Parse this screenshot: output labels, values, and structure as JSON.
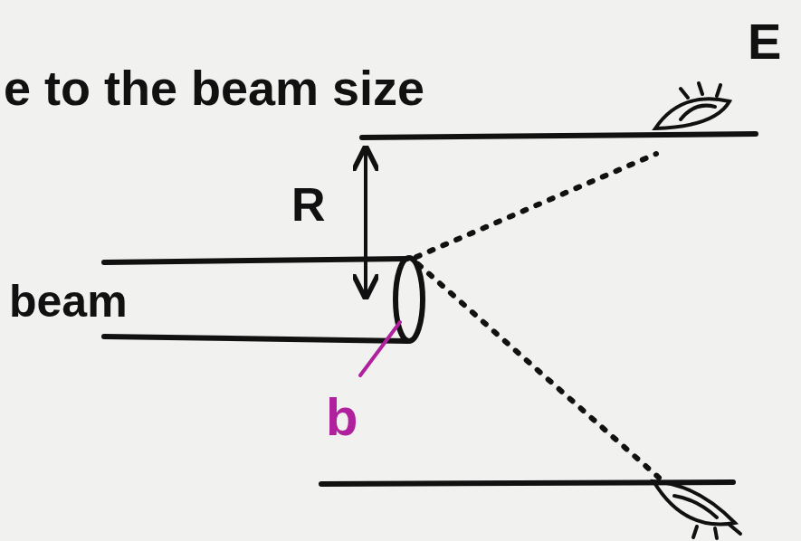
{
  "diagram": {
    "labels": [
      "e to the beam size",
      "R",
      "beam",
      "b",
      "E"
    ]
  }
}
